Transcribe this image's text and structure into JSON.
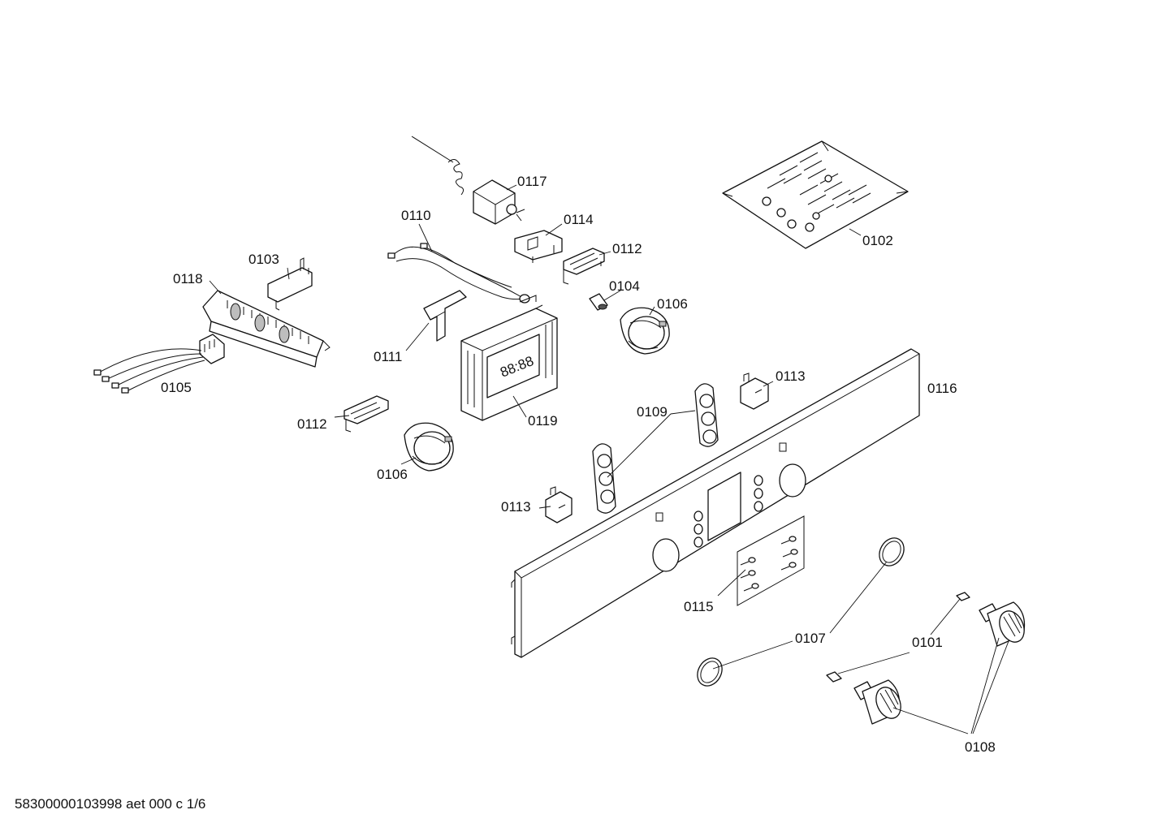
{
  "callouts": {
    "c0117": "0117",
    "c0110": "0110",
    "c0114": "0114",
    "c0112a": "0112",
    "c0103": "0103",
    "c0118": "0118",
    "c0104": "0104",
    "c0106a": "0106",
    "c0102": "0102",
    "c0111": "0111",
    "c0105": "0105",
    "c0113a": "0113",
    "c0116": "0116",
    "c0119": "0119",
    "c0109": "0109",
    "c0112b": "0112",
    "c0106b": "0106",
    "c0113b": "0113",
    "c0115": "0115",
    "c0107": "0107",
    "c0101": "0101",
    "c0108": "0108"
  },
  "timer_display": "88:88",
  "footer": "58300000103998 aet 000 c 1/6"
}
